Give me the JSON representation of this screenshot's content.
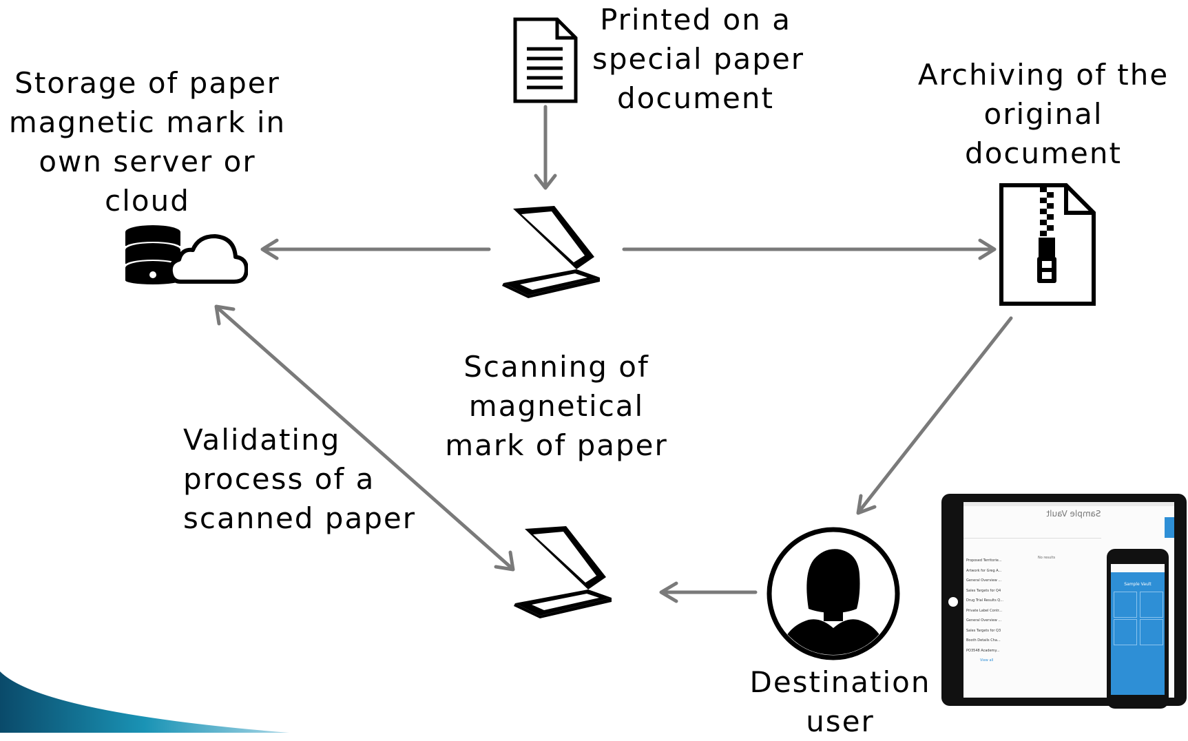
{
  "labels": {
    "printed": [
      "Printed on a",
      "special paper",
      "document"
    ],
    "storage": [
      "Storage of paper",
      "magnetic mark in",
      "own server or",
      "cloud"
    ],
    "archiving": [
      "Archiving of the",
      "original",
      "document"
    ],
    "scanning": [
      "Scanning of",
      "magnetical",
      "mark of paper"
    ],
    "validating": [
      "Validating",
      "process of a",
      "scanned paper"
    ],
    "destination": [
      "Destination",
      "user"
    ]
  },
  "tablet": {
    "title": "Sample Vault",
    "list_items": [
      "Proposed Territorie...",
      "Artwork for Greg A...",
      "General Overview ...",
      "Sales Targets for Q4",
      "Drug Trial Results Q...",
      "Private Label Contr...",
      "General Overview ...",
      "Sales Targets for Q3",
      "Booth Details Cha...",
      "PO3548 Academy..."
    ],
    "no_results": "No results",
    "view_all": "View all"
  },
  "phone": {
    "title": "Sample Vault"
  },
  "colors": {
    "arrow": "#7a7a7a",
    "icon": "#000000",
    "screen_blue": "#2e8fd6",
    "accent_teal": "#1a93b5"
  }
}
